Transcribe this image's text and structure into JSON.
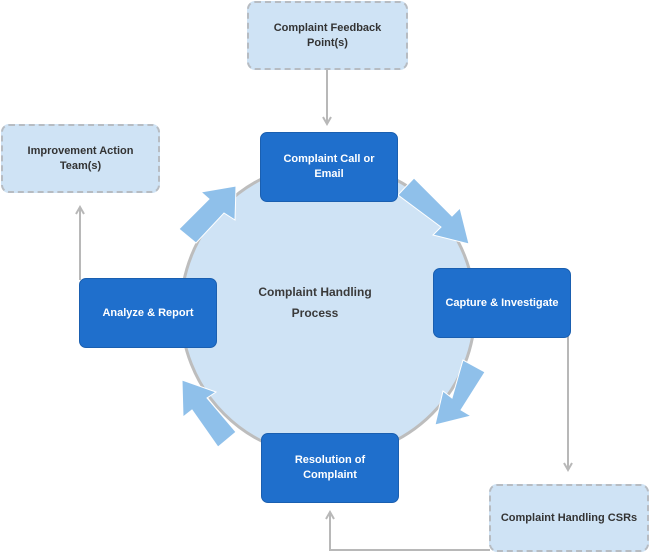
{
  "diagram": {
    "center": {
      "line1": "Complaint Handling",
      "line2": "Process"
    },
    "steps": {
      "call": "Complaint Call or Email",
      "capture": "Capture & Investigate",
      "resolution": "Resolution of Complaint",
      "analyze": "Analyze & Report"
    },
    "external": {
      "feedback": "Complaint Feedback Point(s)",
      "improvement": "Improvement Action Team(s)",
      "csrs": "Complaint Handling CSRs"
    }
  },
  "colors": {
    "step_fill": "#1f6fcc",
    "external_fill": "#cfe3f5",
    "cycle_fill": "#cfe3f5",
    "cycle_arrow": "#8fc0ea",
    "connector": "#b8b8b8"
  }
}
